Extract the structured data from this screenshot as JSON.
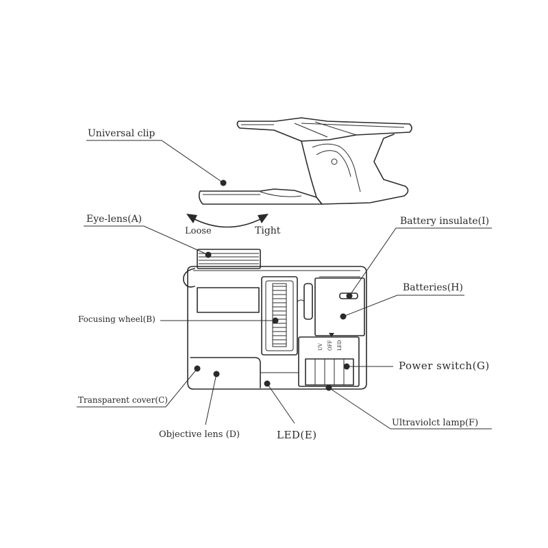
{
  "labels": {
    "universal_clip": "Universal clip",
    "loose": "Loose",
    "tight": "Tight",
    "eye_lens": "Eye-lens(A)",
    "battery_insulate": "Battery insulate(I)",
    "batteries": "Batteries(H)",
    "focusing_wheel": "Focusing wheel(B)",
    "power_switch": "Power switch(G)",
    "transparent_cover": "Transparent cover(C)",
    "ultraviolet_lamp": "Ultraviolct lamp(F)",
    "objective_lens": "Objective lens (D)",
    "led": "LED(E)"
  },
  "switch_labels": {
    "uv": "UV",
    "off": "OFF",
    "led": "LED"
  }
}
